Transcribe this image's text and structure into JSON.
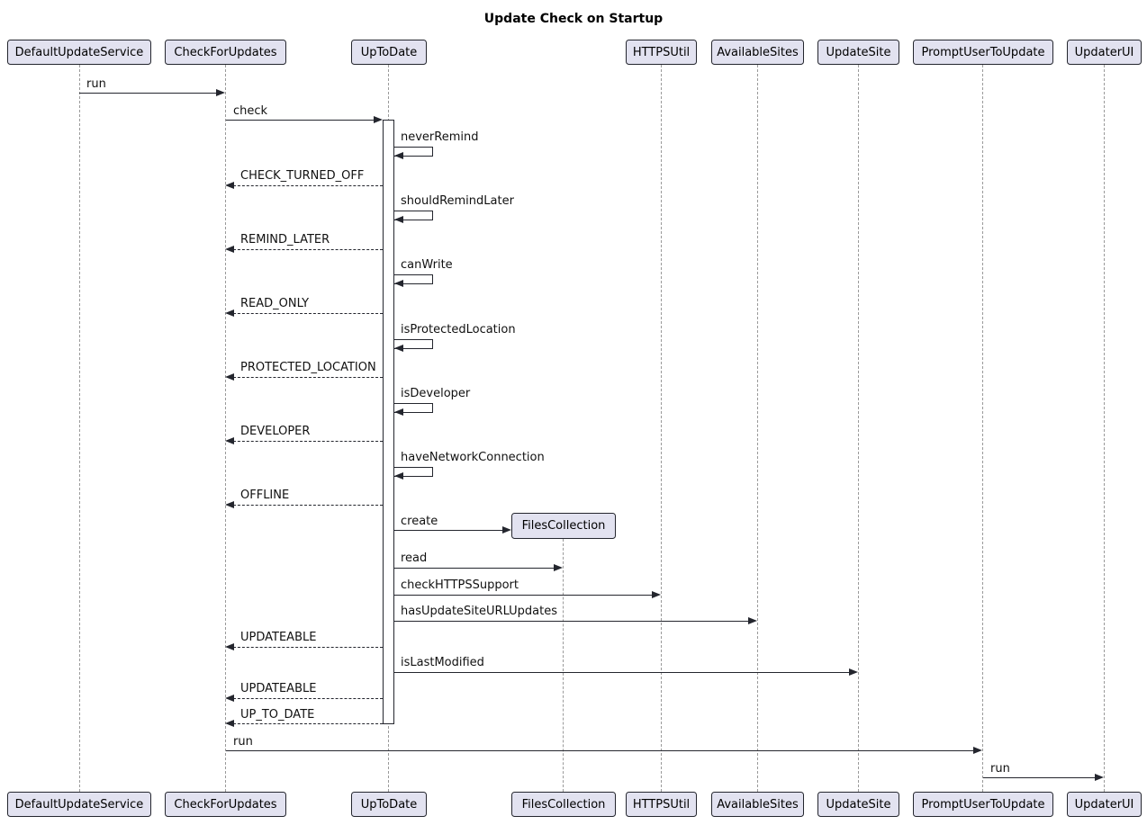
{
  "title": "Update Check on Startup",
  "colors": {
    "background": "#FFFFFF",
    "participant_fill": "#E2E2F0",
    "participant_border": "#24262E",
    "lifeline": "#9A9A9A",
    "arrow": "#24262E",
    "text": "#111111"
  },
  "participants_top": [
    "DefaultUpdateService",
    "CheckForUpdates",
    "UpToDate",
    "HTTPSUtil",
    "AvailableSites",
    "UpdateSite",
    "PromptUserToUpdate",
    "UpdaterUI"
  ],
  "participants_bottom": [
    "DefaultUpdateService",
    "CheckForUpdates",
    "UpToDate",
    "FilesCollection",
    "HTTPSUtil",
    "AvailableSites",
    "UpdateSite",
    "PromptUserToUpdate",
    "UpdaterUI"
  ],
  "created_participant": "FilesCollection",
  "messages": [
    {
      "from": "DefaultUpdateService",
      "to": "CheckForUpdates",
      "label": "run",
      "kind": "call"
    },
    {
      "from": "CheckForUpdates",
      "to": "UpToDate",
      "label": "check",
      "kind": "call"
    },
    {
      "from": "UpToDate",
      "to": "UpToDate",
      "label": "neverRemind",
      "kind": "self"
    },
    {
      "from": "UpToDate",
      "to": "CheckForUpdates",
      "label": "CHECK_TURNED_OFF",
      "kind": "return"
    },
    {
      "from": "UpToDate",
      "to": "UpToDate",
      "label": "shouldRemindLater",
      "kind": "self"
    },
    {
      "from": "UpToDate",
      "to": "CheckForUpdates",
      "label": "REMIND_LATER",
      "kind": "return"
    },
    {
      "from": "UpToDate",
      "to": "UpToDate",
      "label": "canWrite",
      "kind": "self"
    },
    {
      "from": "UpToDate",
      "to": "CheckForUpdates",
      "label": "READ_ONLY",
      "kind": "return"
    },
    {
      "from": "UpToDate",
      "to": "UpToDate",
      "label": "isProtectedLocation",
      "kind": "self"
    },
    {
      "from": "UpToDate",
      "to": "CheckForUpdates",
      "label": "PROTECTED_LOCATION",
      "kind": "return"
    },
    {
      "from": "UpToDate",
      "to": "UpToDate",
      "label": "isDeveloper",
      "kind": "self"
    },
    {
      "from": "UpToDate",
      "to": "CheckForUpdates",
      "label": "DEVELOPER",
      "kind": "return"
    },
    {
      "from": "UpToDate",
      "to": "UpToDate",
      "label": "haveNetworkConnection",
      "kind": "self"
    },
    {
      "from": "UpToDate",
      "to": "CheckForUpdates",
      "label": "OFFLINE",
      "kind": "return"
    },
    {
      "from": "UpToDate",
      "to": "FilesCollection",
      "label": "create",
      "kind": "create"
    },
    {
      "from": "UpToDate",
      "to": "FilesCollection",
      "label": "read",
      "kind": "call"
    },
    {
      "from": "UpToDate",
      "to": "HTTPSUtil",
      "label": "checkHTTPSSupport",
      "kind": "call"
    },
    {
      "from": "UpToDate",
      "to": "AvailableSites",
      "label": "hasUpdateSiteURLUpdates",
      "kind": "call"
    },
    {
      "from": "UpToDate",
      "to": "CheckForUpdates",
      "label": "UPDATEABLE",
      "kind": "return"
    },
    {
      "from": "UpToDate",
      "to": "UpdateSite",
      "label": "isLastModified",
      "kind": "call"
    },
    {
      "from": "UpToDate",
      "to": "CheckForUpdates",
      "label": "UPDATEABLE",
      "kind": "return"
    },
    {
      "from": "UpToDate",
      "to": "CheckForUpdates",
      "label": "UP_TO_DATE",
      "kind": "return"
    },
    {
      "from": "CheckForUpdates",
      "to": "PromptUserToUpdate",
      "label": "run",
      "kind": "call"
    },
    {
      "from": "PromptUserToUpdate",
      "to": "UpdaterUI",
      "label": "run",
      "kind": "call"
    }
  ]
}
